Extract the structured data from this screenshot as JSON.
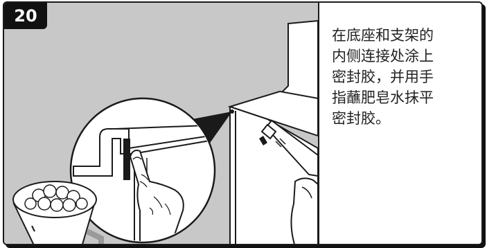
{
  "step": {
    "number": "20"
  },
  "instruction": {
    "lines": [
      "在底座和支架的",
      "内侧连接处涂上",
      "密封胶，并用手",
      "指蘸肥皂水抹平",
      "密封胶。"
    ]
  },
  "colors": {
    "background_gray": "#c8c8c8",
    "outline": "#1a1a1a",
    "badge": "#111111",
    "white": "#ffffff"
  },
  "icons": [
    "sealant-gun-icon",
    "soap-bucket-icon",
    "finger-icon"
  ]
}
